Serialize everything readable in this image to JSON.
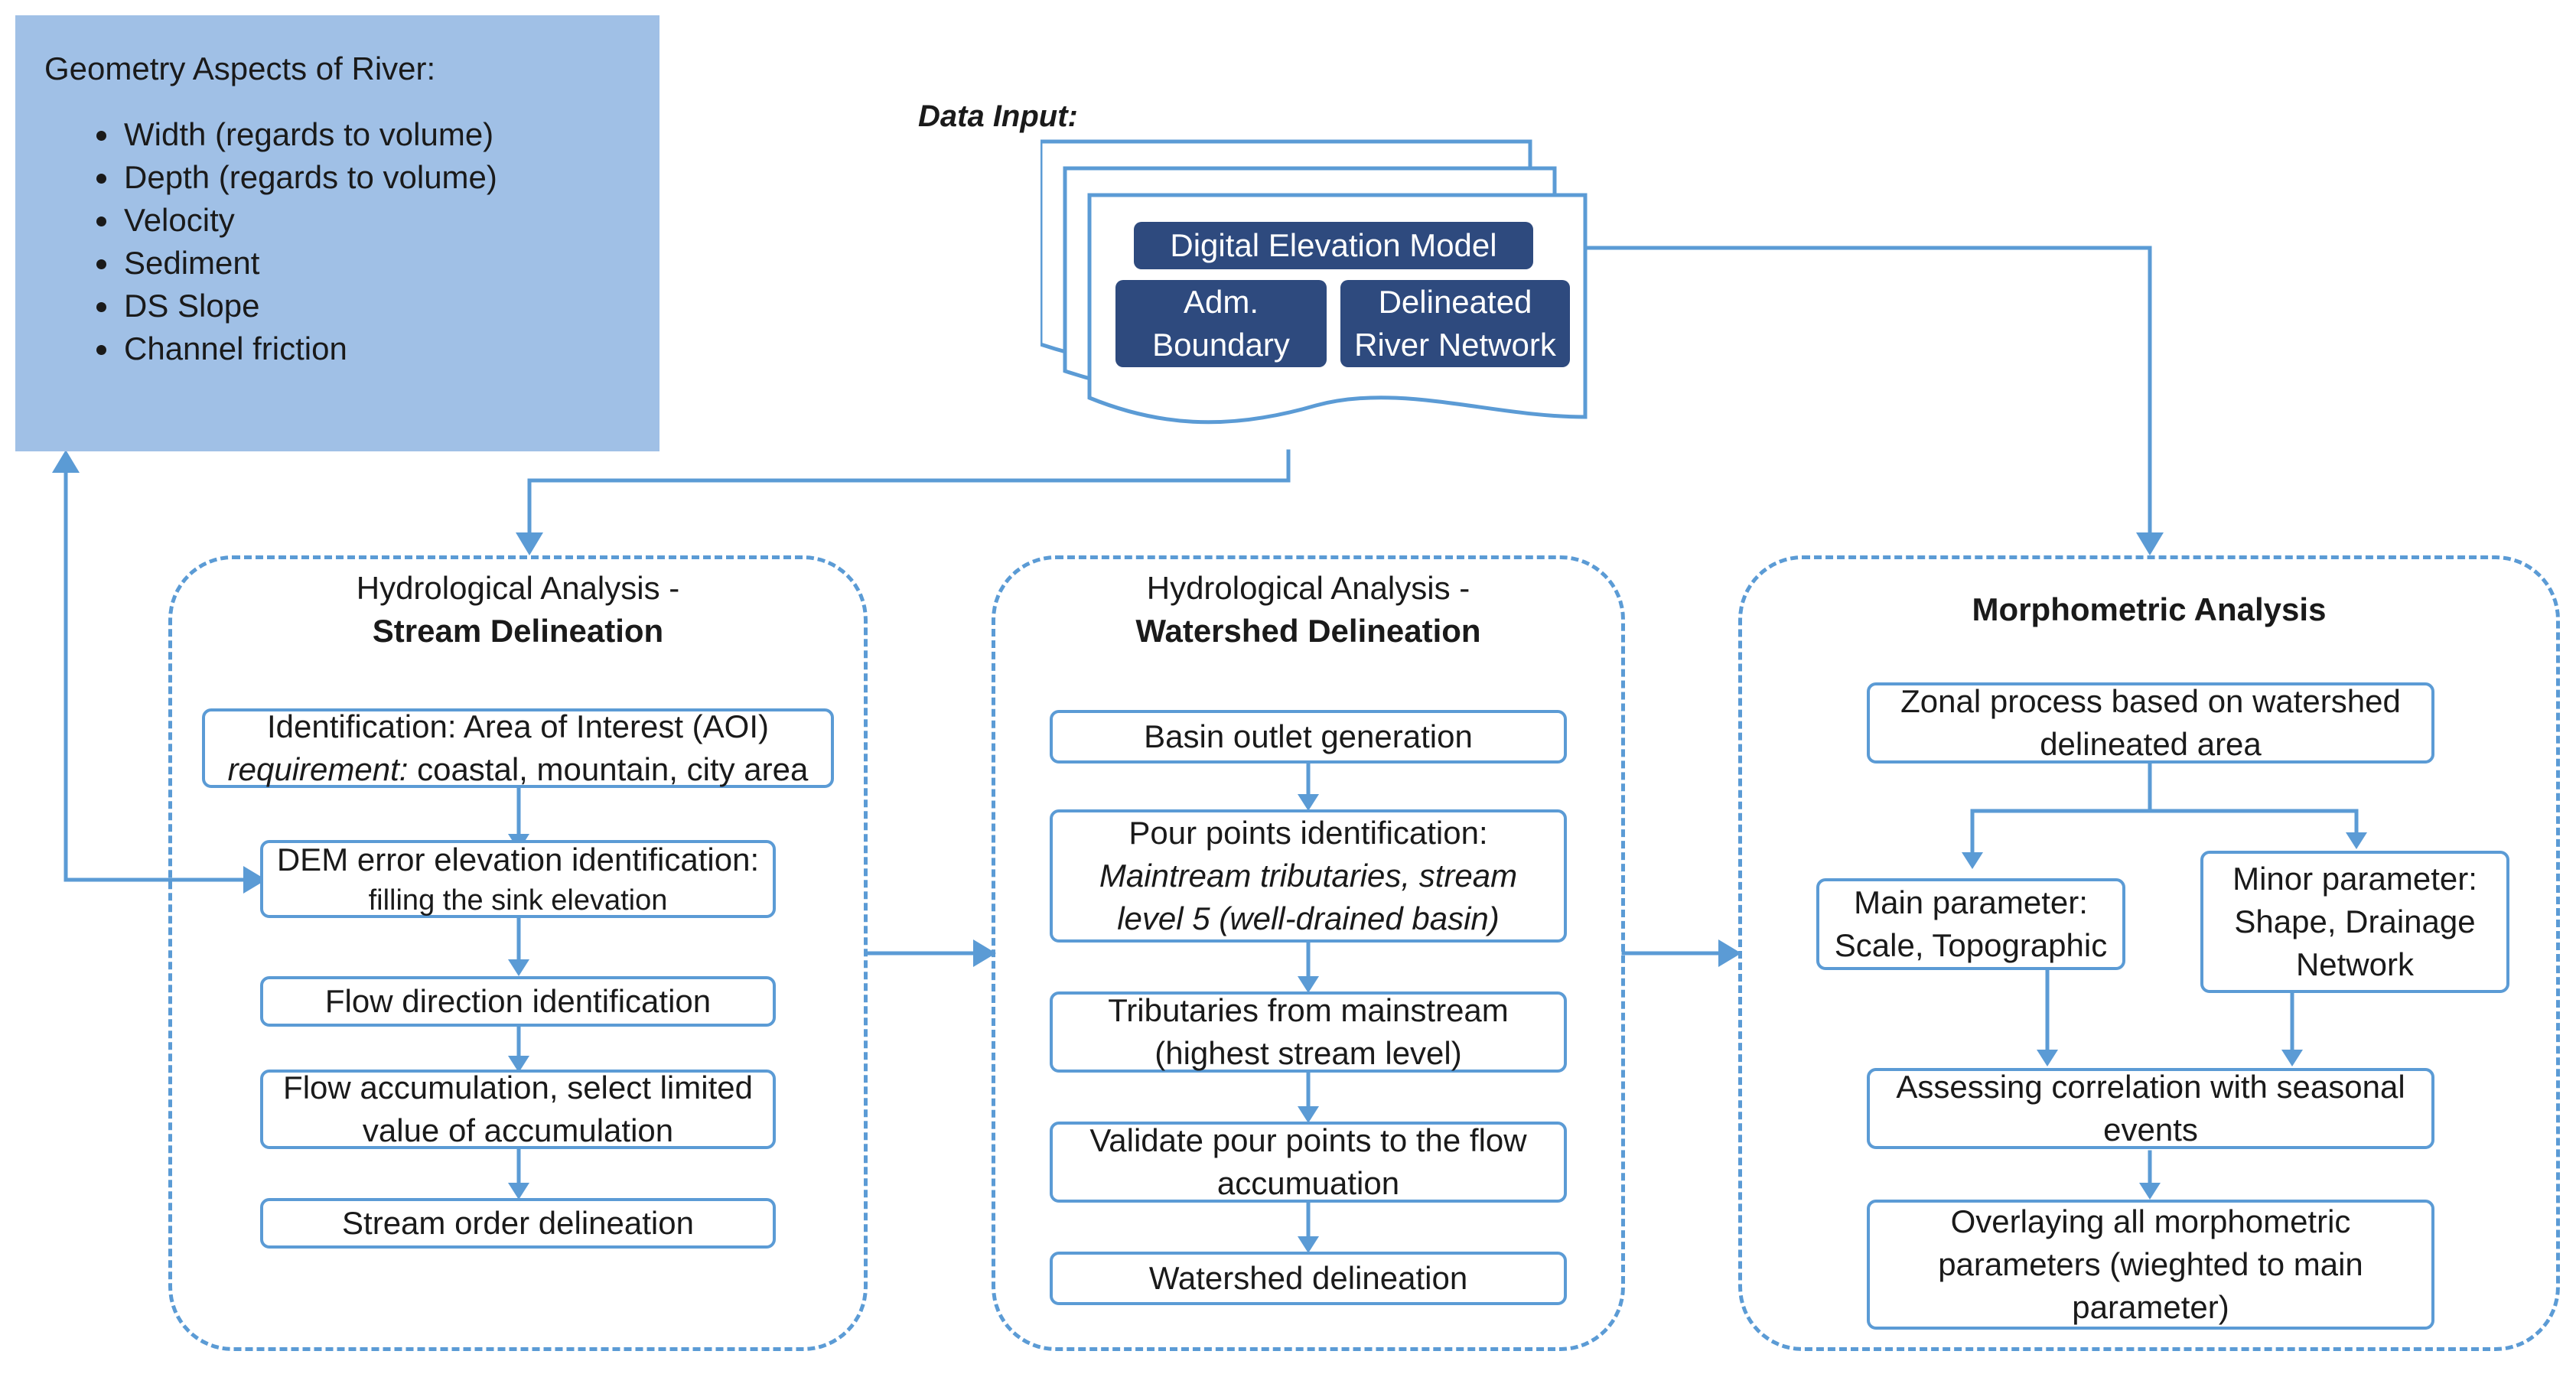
{
  "colors": {
    "accent_blue": "#5b9bd5",
    "panel_blue": "#a0c0e6",
    "dark_navy": "#2e4a7e"
  },
  "geometry_box": {
    "title": "Geometry Aspects of River:",
    "items": [
      "Width (regards to volume)",
      "Depth (regards to volume)",
      "Velocity",
      "Sediment",
      "DS Slope",
      "Channel friction"
    ]
  },
  "data_input": {
    "title": "Data Input:",
    "dem": "Digital Elevation Model",
    "adm_line1": "Adm.",
    "adm_line2": "Boundary",
    "river_line1": "Delineated",
    "river_line2": "River Network"
  },
  "stream": {
    "head_line1": "Hydrological Analysis -",
    "head_line2": "Stream Delineation",
    "aoi_line1": "Identification: Area of Interest (AOI)",
    "aoi_req": "requirement:",
    "aoi_rest": " coastal, mountain, city area",
    "dem_err_line1": "DEM error elevation identification:",
    "dem_err_line2": "filling the sink elevation",
    "flow_dir": "Flow direction identification",
    "flow_acc_line1": "Flow accumulation, select limited",
    "flow_acc_line2": "value of accumulation",
    "order": "Stream order delineation"
  },
  "watershed": {
    "head_line1": "Hydrological Analysis -",
    "head_line2": "Watershed Delineation",
    "outlet": "Basin outlet generation",
    "pour_line1": "Pour points identification:",
    "pour_line2": "Maintream tributaries, stream",
    "pour_line3": "level 5 (well-drained basin)",
    "trib_line1": "Tributaries from mainstream",
    "trib_line2": "(highest stream level)",
    "validate_line1": "Validate pour points to the flow",
    "validate_line2": "accumuation",
    "final": "Watershed delineation"
  },
  "morpho": {
    "head": "Morphometric Analysis",
    "zonal_line1": "Zonal process based on watershed",
    "zonal_line2": "delineated area",
    "main_line1": "Main parameter:",
    "main_line2": "Scale, Topographic",
    "minor_line1": "Minor parameter:",
    "minor_line2": "Shape, Drainage",
    "minor_line3": "Network",
    "assess_line1": "Assessing correlation with seasonal",
    "assess_line2": "events",
    "overlay_line1": "Overlaying all morphometric",
    "overlay_line2": "parameters (wieghted to main",
    "overlay_line3": "parameter)"
  }
}
